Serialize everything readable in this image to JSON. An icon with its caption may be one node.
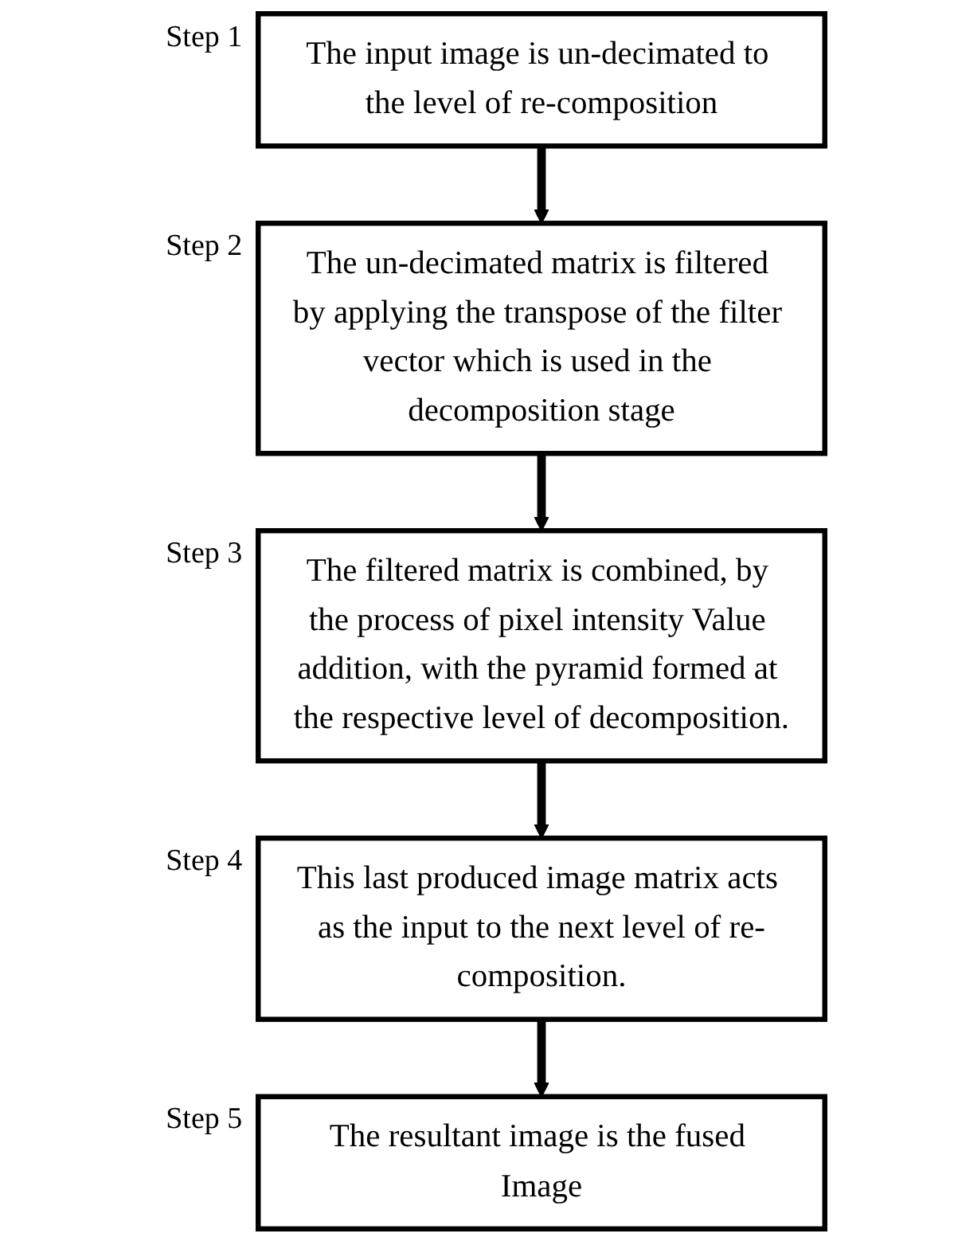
{
  "diagram": {
    "nodes": [
      {
        "text": [
          "The input image is un-decimated to the level of re-composition"
        ],
        "beside": [
          "Step 1"
        ]
      },
      {
        "text": [
          "The un-decimated matrix is filtered by applying the transpose of the filter vector which is used in the decomposition stage"
        ],
        "beside": [
          "Step 2"
        ]
      },
      {
        "text": [
          "The filtered matrix is combined, by the process of pixel intensity Value addition, with the pyramid formed at the respective level of decomposition."
        ],
        "beside": [
          "Step 3"
        ]
      },
      {
        "text": [
          "This last produced image matrix acts as the input to the next level of re-composition."
        ],
        "beside": [
          "Step 4"
        ]
      },
      {
        "text": [
          "The resultant image is the fused Image"
        ],
        "beside": [
          "Step 5"
        ]
      }
    ],
    "edges": [
      {
        "from": 0,
        "to": 1,
        "arrow": "to"
      },
      {
        "from": 1,
        "to": 2,
        "arrow": "to"
      },
      {
        "from": 2,
        "to": 3,
        "arrow": "to"
      },
      {
        "from": 3,
        "to": 4,
        "arrow": "to"
      }
    ]
  }
}
